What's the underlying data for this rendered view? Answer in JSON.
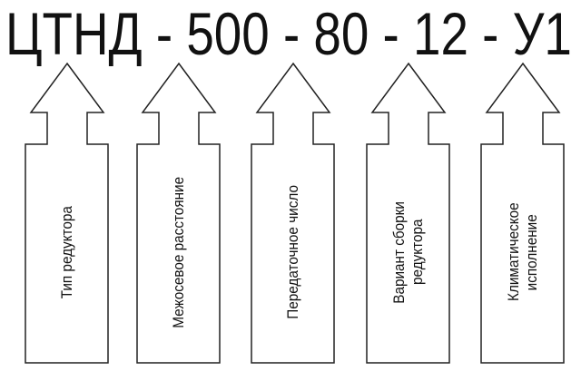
{
  "title": "ЦТНД - 500 - 80 - 12 - У1",
  "arrows": [
    {
      "lines": [
        "Тип редуктора"
      ]
    },
    {
      "lines": [
        "Межосевое расстояние"
      ]
    },
    {
      "lines": [
        "Передаточное число"
      ]
    },
    {
      "lines": [
        "Вариант сборки",
        "редуктора"
      ]
    },
    {
      "lines": [
        "Климатическое",
        "исполнение"
      ]
    }
  ]
}
